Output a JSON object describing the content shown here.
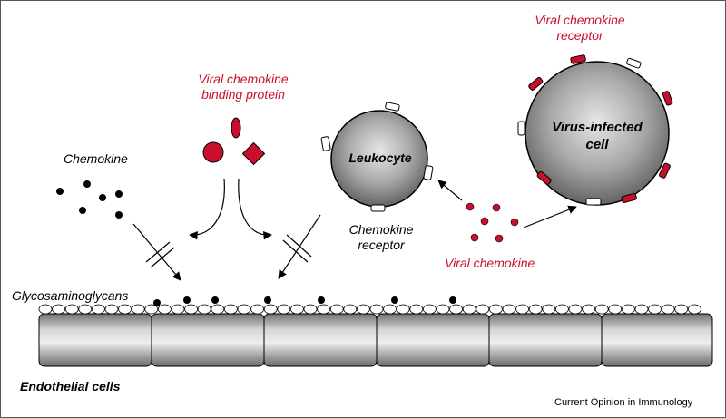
{
  "labels": {
    "viral_binding_protein_line1": "Viral chemokine",
    "viral_binding_protein_line2": "binding protein",
    "viral_receptor_line1": "Viral chemokine",
    "viral_receptor_line2": "receptor",
    "chemokine": "Chemokine",
    "leukocyte": "Leukocyte",
    "virus_infected_line1": "Virus-infected",
    "virus_infected_line2": "cell",
    "chemokine_receptor_line1": "Chemokine",
    "chemokine_receptor_line2": "receptor",
    "viral_chemokine": "Viral chemokine",
    "glycosaminoglycans": "Glycosaminoglycans",
    "endothelial_cells": "Endothelial cells"
  },
  "credit": "Current Opinion in Immunology",
  "colors": {
    "viral_red": "#c8102e",
    "cell_gray": "#8c8c8c",
    "outline": "#000000"
  }
}
